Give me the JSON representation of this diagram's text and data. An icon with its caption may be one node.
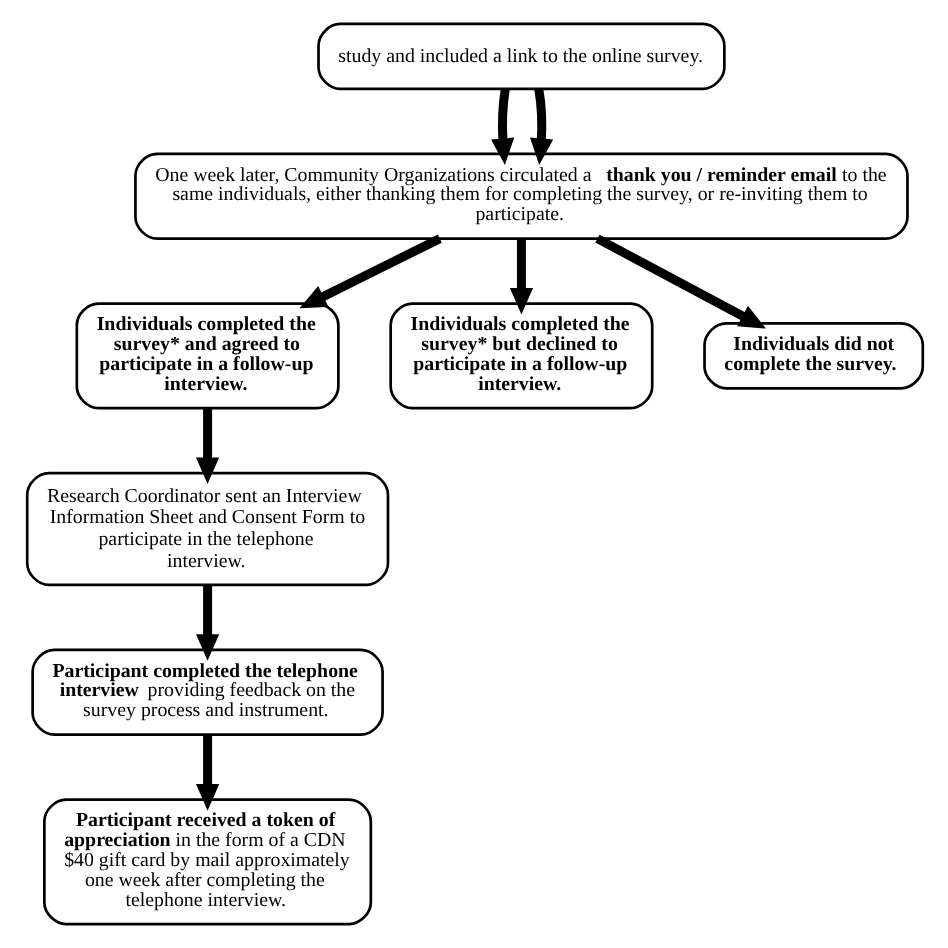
{
  "diagram": {
    "nodes": [
      {
        "text": [
          "study and included a link to the online survey."
        ]
      },
      {
        "text": [
          "One week later, Community Organizations circulated a **thank you / reminder email** to the same individuals, either thanking them for completing the survey, or re-inviting them to participate."
        ]
      },
      {
        "text": [
          "Individuals completed the survey* and agreed to participate in a follow-up interview."
        ]
      },
      {
        "text": [
          "Individuals completed the survey* but declined to participate in a follow-up interview."
        ]
      },
      {
        "text": [
          "Individuals did not complete the survey."
        ]
      },
      {
        "text": [
          "Research Coordinator sent an Interview Information Sheet and Consent Form to participate in the telephone interview."
        ]
      },
      {
        "text": [
          "**Participant completed the telephone interview** providing feedback on the survey process and instrument."
        ]
      },
      {
        "text": [
          "**Participant received a token of appreciation** in the form of a CDN $40 gift card by mail approximately one week after completing the telephone interview."
        ]
      }
    ],
    "edges": [
      {
        "from": 0,
        "to": 1,
        "arrow": "to"
      },
      {
        "from": 0,
        "to": 1,
        "arrow": "to"
      },
      {
        "from": 1,
        "to": 2,
        "arrow": "to"
      },
      {
        "from": 1,
        "to": 3,
        "arrow": "to"
      },
      {
        "from": 1,
        "to": 4,
        "arrow": "to"
      },
      {
        "from": 2,
        "to": 5,
        "arrow": "to"
      },
      {
        "from": 5,
        "to": 6,
        "arrow": "to"
      },
      {
        "from": 6,
        "to": 7,
        "arrow": "to"
      }
    ]
  }
}
